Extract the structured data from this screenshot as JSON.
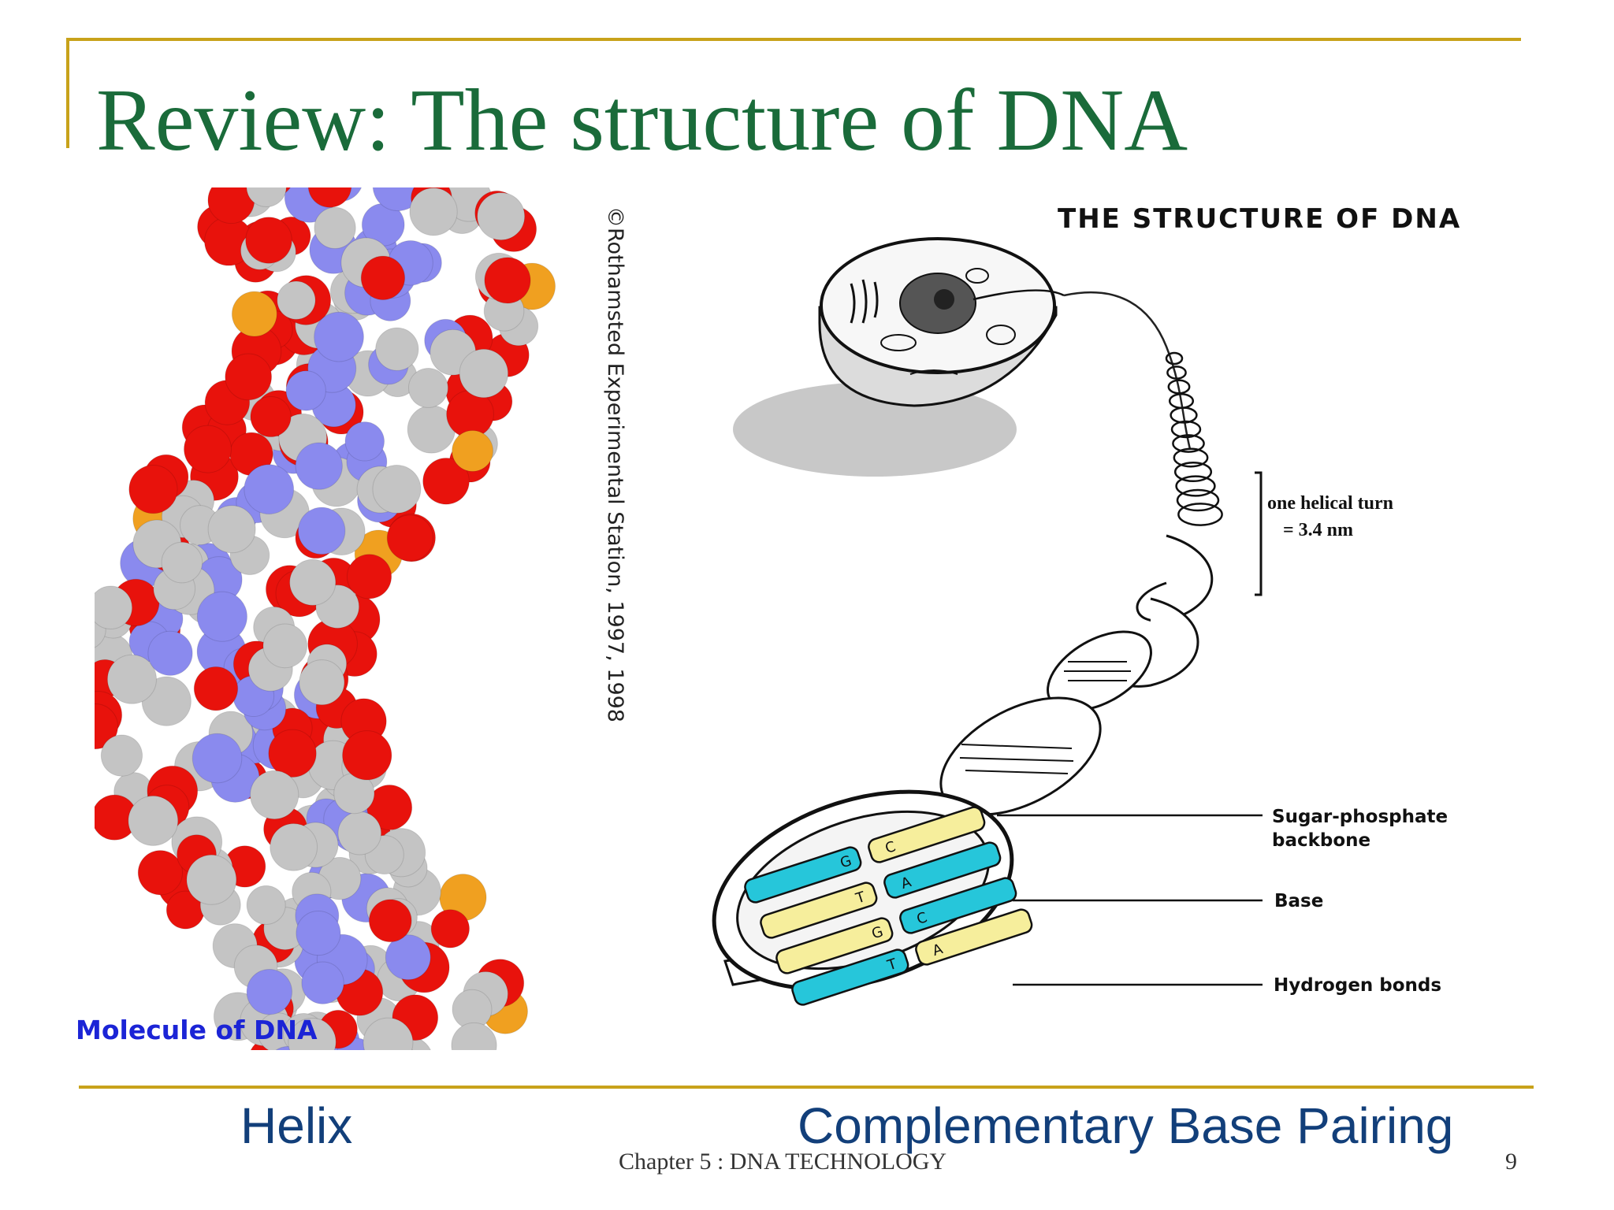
{
  "slide": {
    "title": "Review:  The structure of DNA",
    "footer": "Chapter 5 : DNA TECHNOLOGY",
    "page_number": "9",
    "accent_color": "#c8a21a",
    "title_color": "#1a6b3a"
  },
  "left_figure": {
    "caption": "Molecule of DNA",
    "credit": "©Rothamsted Experimental Station, 1997, 1998",
    "atom_colors": {
      "oxygen": "#e8120c",
      "phosphorus": "#f0a020",
      "carbon": "#c4c4c4",
      "nitrogen": "#8a8aee"
    }
  },
  "right_figure": {
    "title": "THE STRUCTURE OF DNA",
    "helical_turn_line1": "one helical turn",
    "helical_turn_line2": "= 3.4 nm",
    "sugar_line1": "Sugar-phosphate",
    "sugar_line2": "backbone",
    "base": "Base",
    "hydrogen_bonds": "Hydrogen bonds",
    "base_letters": [
      "G",
      "C",
      "T",
      "A",
      "G",
      "C",
      "T",
      "A"
    ],
    "base_colors": {
      "cyan": "#26c6da",
      "yellow": "#f6ee9c"
    }
  },
  "captions": {
    "left": "Helix",
    "right": "Complementary Base Pairing"
  }
}
